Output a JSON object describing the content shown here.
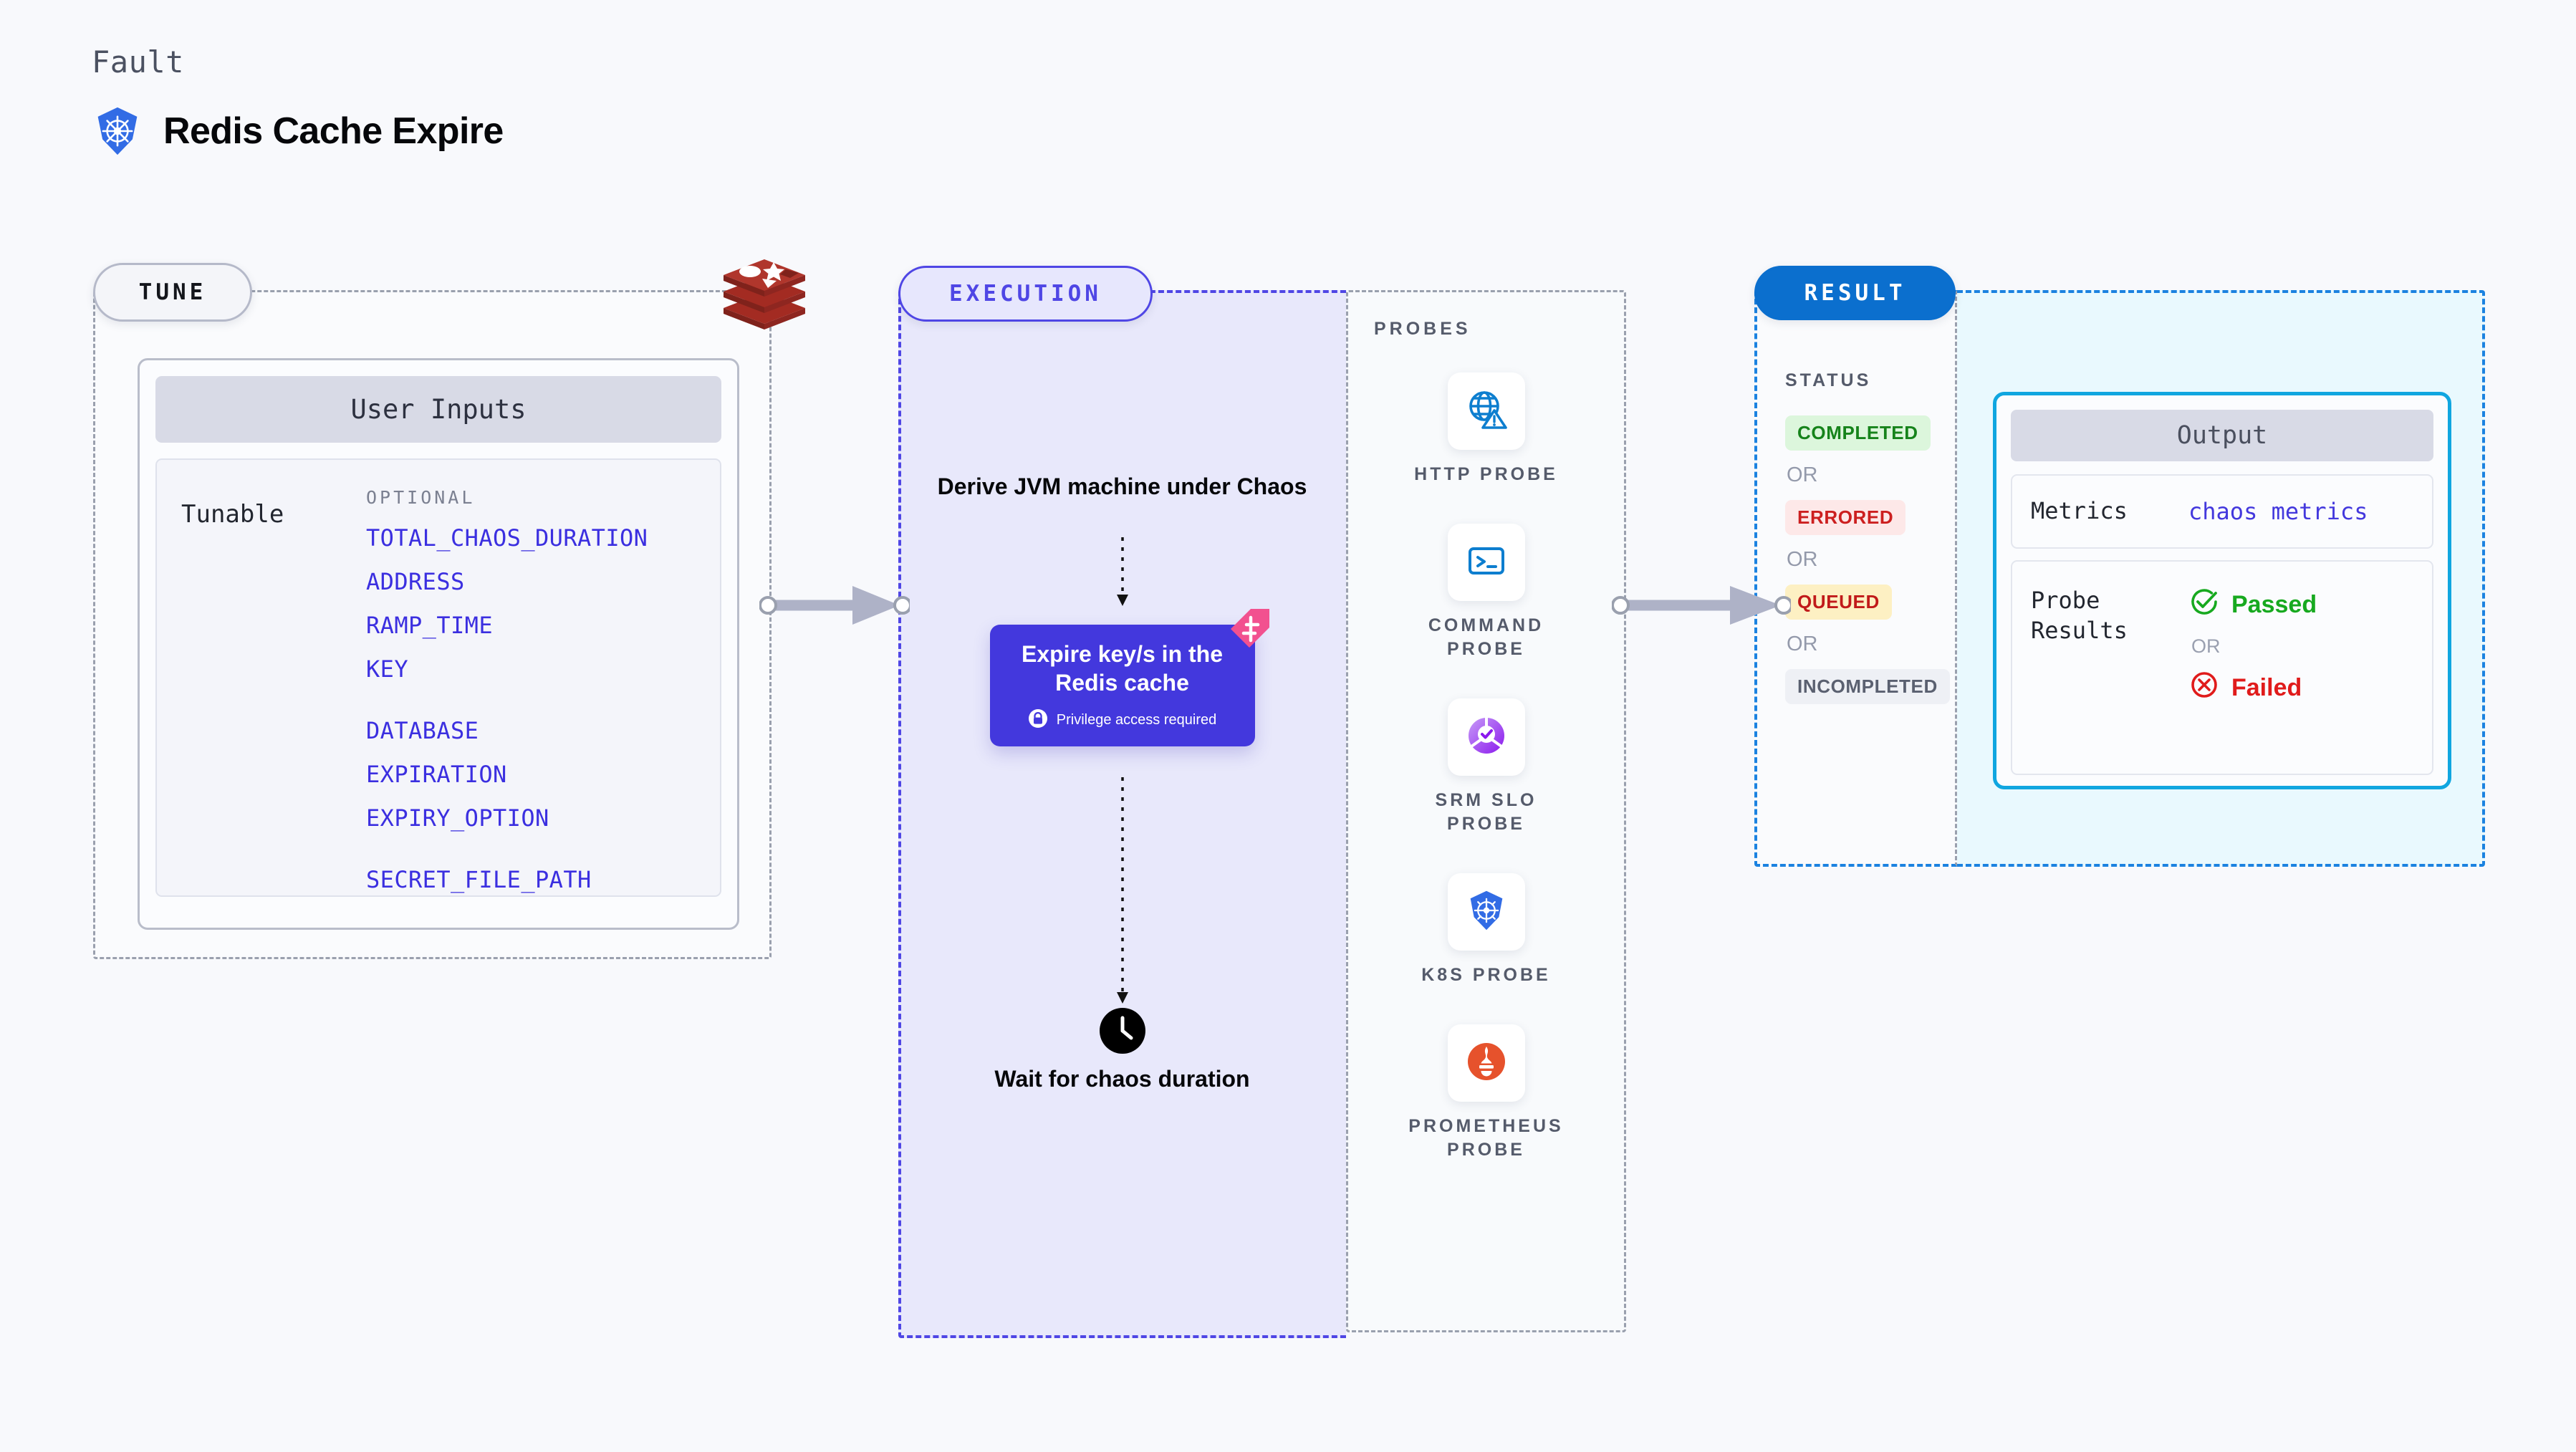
{
  "header": {
    "eyebrow": "Fault",
    "title": "Redis Cache Expire",
    "icon": "kubernetes-icon"
  },
  "stages": {
    "tune": {
      "label": "TUNE"
    },
    "execution": {
      "label": "EXECUTION"
    },
    "result": {
      "label": "RESULT"
    }
  },
  "tune": {
    "card_title": "User Inputs",
    "section_label": "Tunable",
    "optional_header": "OPTIONAL",
    "params": [
      {
        "name": "TOTAL_CHAOS_DURATION",
        "gap": false
      },
      {
        "name": "ADDRESS",
        "gap": false
      },
      {
        "name": "RAMP_TIME",
        "gap": false
      },
      {
        "name": "KEY",
        "gap": false
      },
      {
        "name": "DATABASE",
        "gap": true
      },
      {
        "name": "EXPIRATION",
        "gap": false
      },
      {
        "name": "EXPIRY_OPTION",
        "gap": false
      },
      {
        "name": "SECRET_FILE_PATH",
        "gap": true
      }
    ],
    "target_icon": "redis-icon"
  },
  "execution": {
    "step_derive": "Derive JVM machine under Chaos",
    "action": {
      "title": "Expire key/s in the Redis cache",
      "privilege_note": "Privilege access required",
      "lock_icon": "lock-icon",
      "badge_icon": "chaos-ribbon-icon"
    },
    "step_wait": "Wait for chaos duration",
    "wait_icon": "clock-icon"
  },
  "probes": {
    "heading": "PROBES",
    "items": [
      {
        "label": "HTTP PROBE",
        "icon": "globe-warning-icon"
      },
      {
        "label": "COMMAND PROBE",
        "icon": "terminal-icon"
      },
      {
        "label": "SRM SLO PROBE",
        "icon": "slo-donut-check-icon"
      },
      {
        "label": "K8S PROBE",
        "icon": "kubernetes-icon"
      },
      {
        "label": "PROMETHEUS PROBE",
        "icon": "prometheus-icon"
      }
    ]
  },
  "result": {
    "status_heading": "STATUS",
    "or_label": "OR",
    "statuses": [
      {
        "label": "COMPLETED",
        "bg": "#dcf6dc",
        "fg": "#16831b"
      },
      {
        "label": "ERRORED",
        "bg": "#fde8e8",
        "fg": "#cc1f1f"
      },
      {
        "label": "QUEUED",
        "bg": "#fdf0c3",
        "fg": "#c11a1a"
      },
      {
        "label": "INCOMPLETED",
        "bg": "#eef0f5",
        "fg": "#5a6070"
      }
    ],
    "output": {
      "title": "Output",
      "metrics_key": "Metrics",
      "metrics_value": "chaos metrics",
      "probe_results_key": "Probe Results",
      "passed_label": "Passed",
      "failed_label": "Failed",
      "or_label": "OR",
      "passed_icon": "check-circle-icon",
      "failed_icon": "x-circle-icon"
    }
  },
  "colors": {
    "canvas_bg": "#f8f9fc",
    "tune_border": "#9aa0ae",
    "execution_accent": "#4f46e5",
    "result_accent": "#0b6fce",
    "output_accent": "#10a6e0",
    "param_text": "#3b2fe0",
    "action_card": "#4338dd",
    "ribbon": "#f2518f"
  }
}
